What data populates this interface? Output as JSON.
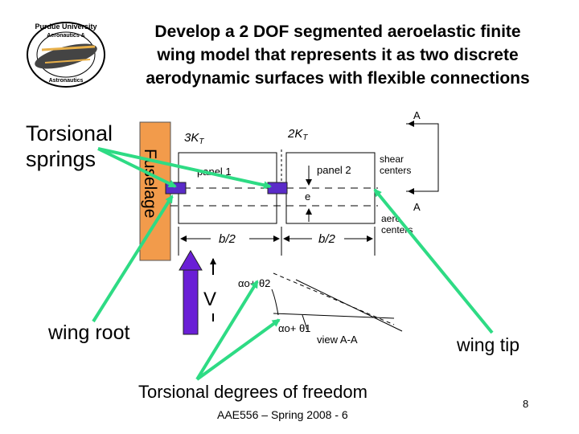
{
  "title": {
    "line1": "Develop a 2 DOF segmented aeroelastic finite",
    "line2": "wing model that represents it as two discrete",
    "line3": "aerodynamic surfaces with flexible connections"
  },
  "logo": {
    "text_top": "Purdue University",
    "text_mid": "Aeronautics &",
    "text_bottom": "Astronautics"
  },
  "labels": {
    "torsional_springs_line1": "Torsional",
    "torsional_springs_line2": "springs",
    "wing_root": "wing root",
    "wing_tip": "wing tip",
    "torsional_dof": "Torsional degrees of freedom"
  },
  "diagram": {
    "fuselage": "Fuselage",
    "spring1": "3K",
    "spring2": "2K",
    "spring_subscript": "T",
    "panel1": "panel 1",
    "panel2": "panel 2",
    "e": "e",
    "shear_centers": [
      "shear",
      "centers"
    ],
    "aero_centers": [
      "aero",
      "centers"
    ],
    "section_A_top": "A",
    "section_A_bottom": "A",
    "b_half_1": "b/2",
    "b_half_2": "b/2",
    "velocity": "V",
    "alpha2_label": "αo+ θ2",
    "alpha1_label": "αo+ θ1",
    "view_label": "view A-A"
  },
  "colors": {
    "arrow_green": "#2EDB84",
    "fuselage": "#F29B4B",
    "spring": "#5A2BC8",
    "velocity_arrow": "#6A1FD6"
  },
  "footer": "AAE556 – Spring 2008 - 6",
  "page_number": "8"
}
